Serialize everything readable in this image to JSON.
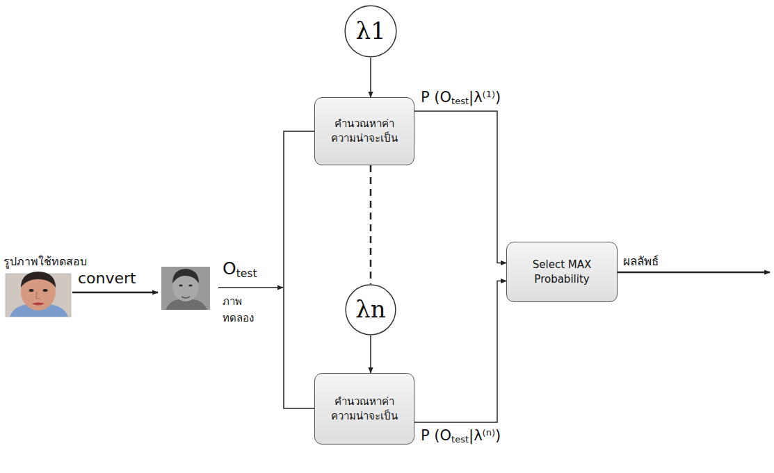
{
  "diagram": {
    "nodes": [
      {
        "text": [
          "λ1"
        ]
      },
      {
        "text": [
          "คำนวณหาค่า ความน่าจะเป็น"
        ]
      },
      {
        "text": [
          "λn"
        ]
      },
      {
        "text": [
          "คำนวณหาค่า ความน่าจะเป็น"
        ]
      },
      {
        "text": [
          "Select MAX Probability"
        ]
      }
    ],
    "edges": [
      {
        "from": 0,
        "to": 1,
        "arrow": "to"
      },
      {
        "from": 1,
        "to": 2,
        "arrow": "none"
      },
      {
        "from": 2,
        "to": 3,
        "arrow": "to"
      },
      {
        "from": 1,
        "to": 4,
        "arrow": "to",
        "label": "P (Otest|λ(1))"
      },
      {
        "from": 3,
        "to": 4,
        "arrow": "to",
        "label": "P (Otest|λ(n))"
      }
    ],
    "labels": [
      "รูปภาพใช้ทดสอบ",
      "convert",
      "Otest",
      "ภาพ ทดลอง",
      "ผลลัพธ์"
    ]
  }
}
